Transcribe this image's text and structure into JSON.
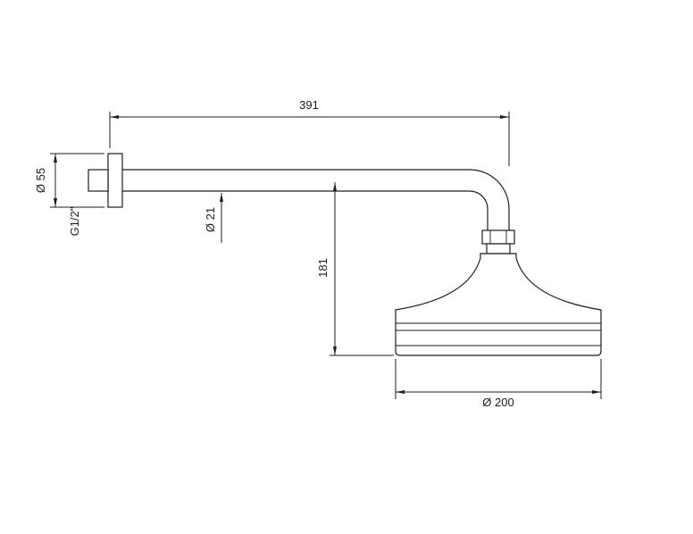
{
  "drawing": {
    "background": "#ffffff",
    "line_color": "#1d1d1d",
    "labels": {
      "overall_length": "391",
      "flange_diameter": "Ø 55",
      "thread_size": "G1/2\"",
      "arm_diameter": "Ø 21",
      "vertical_drop": "181",
      "head_diameter": "Ø 200"
    }
  }
}
